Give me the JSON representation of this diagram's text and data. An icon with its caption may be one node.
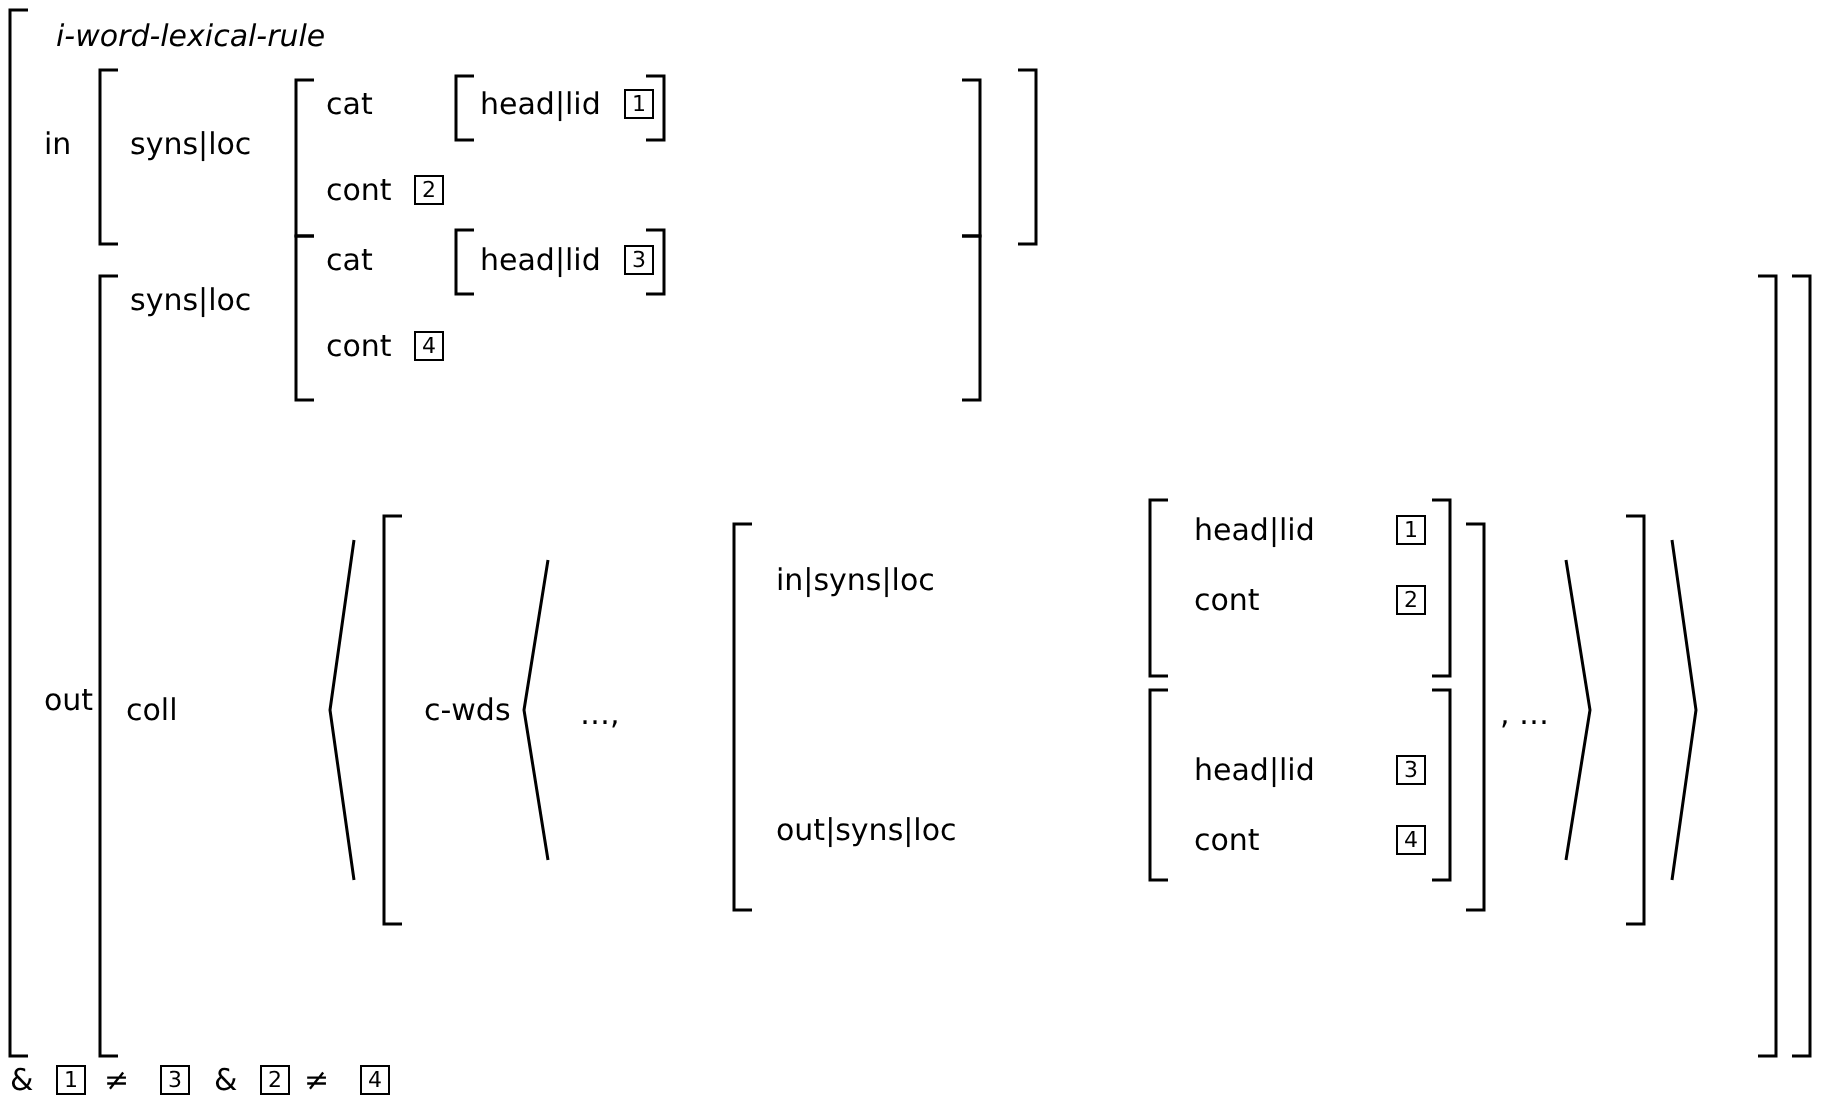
{
  "diagram": {
    "labels": [
      "i-word-lexical-rule",
      "in",
      "syns|loc",
      "cat",
      "head|lid",
      "1",
      "cont",
      "2",
      "out",
      "syns|loc",
      "cat",
      "head|lid",
      "3",
      "cont",
      "4",
      "coll",
      "c-wds",
      "…,",
      "in|syns|loc",
      "head|lid",
      "1",
      "cont",
      "2",
      "out|syns|loc",
      "head|lid",
      "3",
      "cont",
      "4",
      ", …",
      "&",
      "1",
      "≠",
      "3",
      "&",
      "2",
      "≠",
      "4"
    ]
  }
}
